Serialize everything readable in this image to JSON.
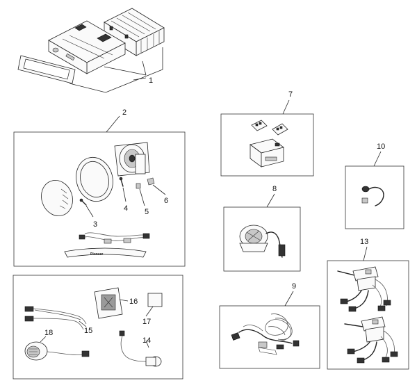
{
  "diagram": {
    "callouts": {
      "c1": "1",
      "c2": "2",
      "c3": "3",
      "c4": "4",
      "c5": "5",
      "c6": "6",
      "c7": "7",
      "c8": "8",
      "c9": "9",
      "c10": "10",
      "c13": "13",
      "c14": "14",
      "c15": "15",
      "c16": "16",
      "c17": "17",
      "c18": "18"
    },
    "brand_text": "Pioneer"
  }
}
